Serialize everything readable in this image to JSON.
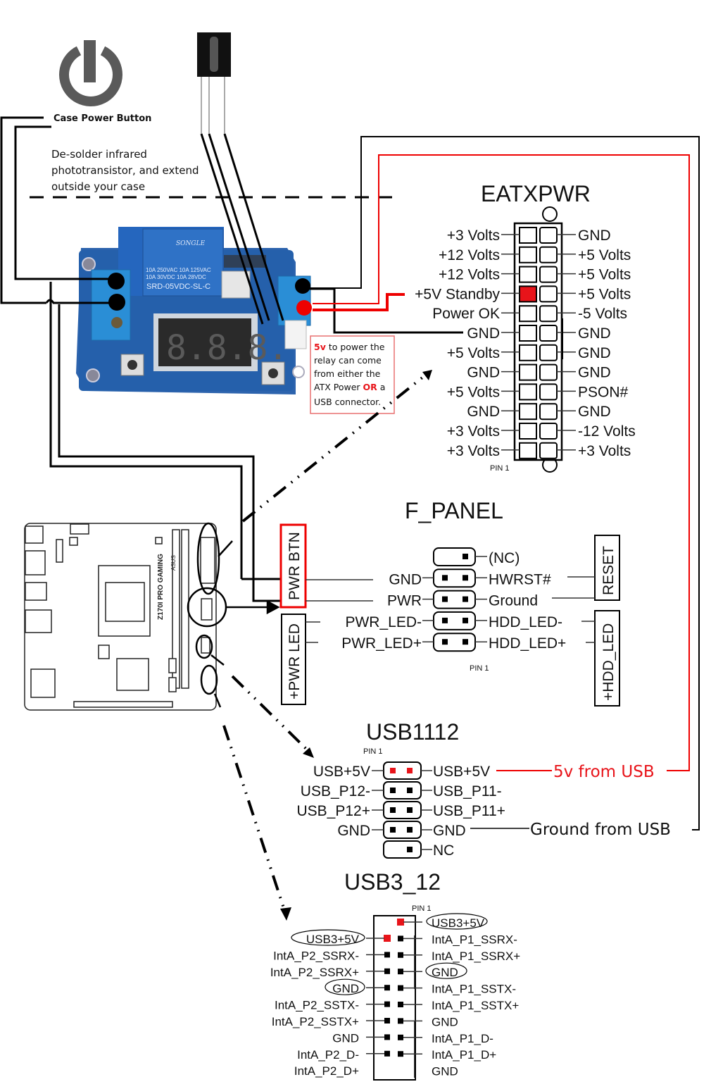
{
  "colors": {
    "accent_red": "#e8141a",
    "relay_blue": "#2f6fb5",
    "wire": "#000000",
    "power_icon": "#5a5a5a"
  },
  "top": {
    "case_power_button_label": "Case Power Button",
    "note_desolder": [
      "De-solder infrared",
      "phototransistor, and extend",
      "outside your case"
    ],
    "power_icon": "power-icon",
    "ir_sensor_icon": "ir-phototransistor-icon"
  },
  "relay": {
    "brand": "SONGLE",
    "rating_lines": [
      "10A 250VAC  10A 125VAC",
      "10A  30VDC  10A  28VDC"
    ],
    "model": "SRD-05VDC-SL-C",
    "display": "8.8.8."
  },
  "note_5v": {
    "highlight1": "5v",
    "line1_rest": " to power the",
    "line2": "relay can come",
    "line3": "from either the",
    "line4_pre": "ATX Power  ",
    "highlight2": "OR",
    "line4_post": " a",
    "line5": "USB connector."
  },
  "eatxpwr": {
    "title": "EATXPWR",
    "pin1": "PIN 1",
    "left": [
      "+3 Volts",
      "+12 Volts",
      "+12 Volts",
      "+5V Standby",
      "Power OK",
      "GND",
      "+5 Volts",
      "GND",
      "+5 Volts",
      "GND",
      "+3 Volts",
      "+3 Volts"
    ],
    "right": [
      "GND",
      "+5 Volts",
      "+5 Volts",
      "+5 Volts",
      "-5 Volts",
      "GND",
      "GND",
      "GND",
      "PSON#",
      "GND",
      "-12 Volts",
      "+3 Volts"
    ],
    "highlighted_pin": "+5V Standby"
  },
  "fpanel": {
    "title": "F_PANEL",
    "pin1": "PIN 1",
    "left": [
      "",
      "GND",
      "PWR",
      "PWR_LED-",
      "PWR_LED+"
    ],
    "right": [
      "(NC)",
      "HWRST#",
      "Ground",
      "HDD_LED-",
      "HDD_LED+"
    ],
    "box_pwr_btn": "PWR BTN",
    "box_pwr_led": "+PWR LED",
    "box_reset": "RESET",
    "box_hdd_led": "+HDD_LED"
  },
  "motherboard": {
    "model_text": "Z170I PRO GAMING",
    "brand_text": "ASUS"
  },
  "usb1112": {
    "title": "USB1112",
    "pin1": "PIN 1",
    "left": [
      "USB+5V",
      "USB_P12-",
      "USB_P12+",
      "GND",
      ""
    ],
    "right": [
      "USB+5V",
      "USB_P11-",
      "USB_P11+",
      "GND",
      "NC"
    ],
    "note_5v": "5v from USB",
    "note_gnd": "Ground from USB"
  },
  "usb3_12": {
    "title": "USB3_12",
    "pin1": "PIN 1",
    "left": [
      "USB3+5V",
      "IntA_P2_SSRX-",
      "IntA_P2_SSRX+",
      "GND",
      "IntA_P2_SSTX-",
      "IntA_P2_SSTX+",
      "GND",
      "IntA_P2_D-",
      "IntA_P2_D+"
    ],
    "right": [
      "USB3+5V",
      "IntA_P1_SSRX-",
      "IntA_P1_SSRX+",
      "GND",
      "IntA_P1_SSTX-",
      "IntA_P1_SSTX+",
      "GND",
      "IntA_P1_D-",
      "IntA_P1_D+",
      "GND"
    ],
    "circled": [
      "USB3+5V",
      "GND"
    ]
  }
}
